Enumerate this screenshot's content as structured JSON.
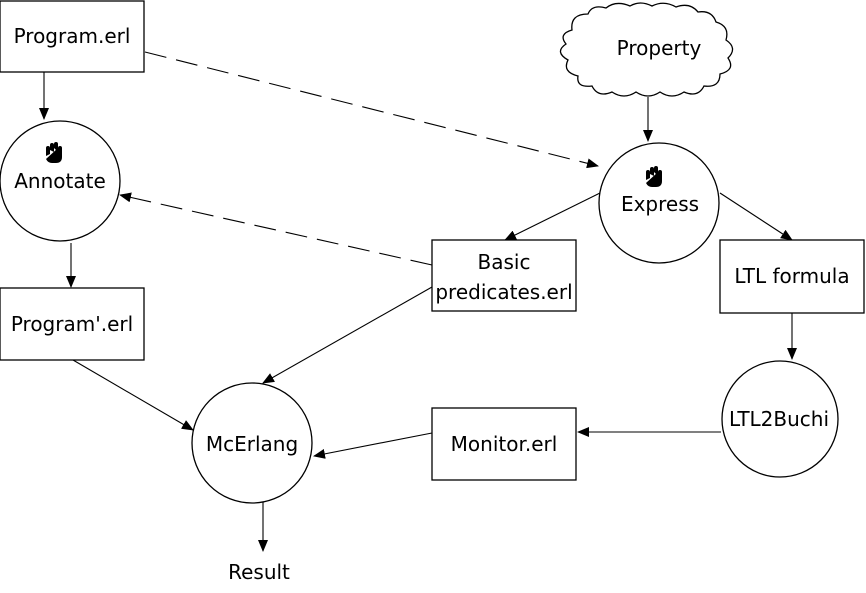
{
  "nodes": {
    "program_erl": "Program.erl",
    "property": "Property",
    "annotate": "Annotate",
    "express": "Express",
    "basic_predicates_line1": "Basic",
    "basic_predicates_line2": "predicates.erl",
    "ltl_formula": "LTL formula",
    "program_prime_erl": "Program'.erl",
    "ltl2buchi": "LTL2Buchi",
    "mcerlang": "McErlang",
    "monitor_erl": "Monitor.erl",
    "result": "Result"
  },
  "icons": {
    "annotate": "hand-icon",
    "express": "hand-icon"
  },
  "edges": [
    {
      "from": "Program.erl",
      "to": "Annotate",
      "style": "solid"
    },
    {
      "from": "Program.erl",
      "to": "Express",
      "style": "dashed"
    },
    {
      "from": "Property",
      "to": "Express",
      "style": "solid"
    },
    {
      "from": "Annotate",
      "to": "Program'.erl",
      "style": "solid"
    },
    {
      "from": "Express",
      "to": "Basic predicates.erl",
      "style": "solid"
    },
    {
      "from": "Express",
      "to": "LTL formula",
      "style": "solid"
    },
    {
      "from": "Basic predicates.erl",
      "to": "Annotate",
      "style": "dashed"
    },
    {
      "from": "Basic predicates.erl",
      "to": "McErlang",
      "style": "solid"
    },
    {
      "from": "Program'.erl",
      "to": "McErlang",
      "style": "solid"
    },
    {
      "from": "LTL formula",
      "to": "LTL2Buchi",
      "style": "solid"
    },
    {
      "from": "LTL2Buchi",
      "to": "Monitor.erl",
      "style": "solid"
    },
    {
      "from": "Monitor.erl",
      "to": "McErlang",
      "style": "solid"
    },
    {
      "from": "McErlang",
      "to": "Result",
      "style": "solid"
    }
  ]
}
